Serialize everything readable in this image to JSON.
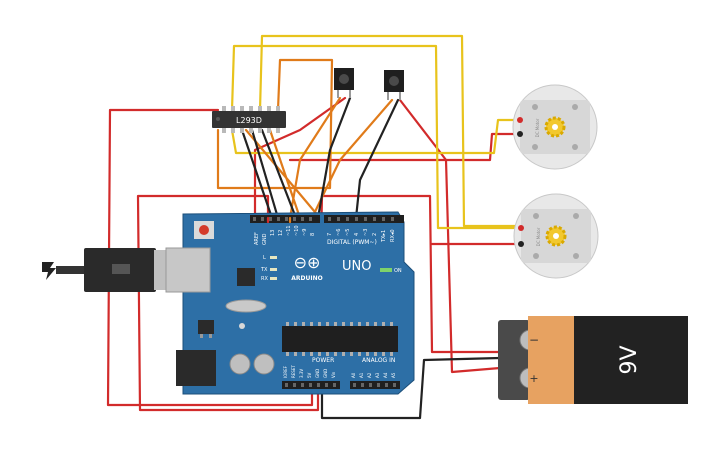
{
  "driver": {
    "label": "L293D"
  },
  "arduino": {
    "logo_symbol": "⊖⊕",
    "brand": "ARDUINO",
    "model": "UNO",
    "on_label": "ON",
    "led_l": "L",
    "led_tx": "TX",
    "led_rx": "RX",
    "digital_header": "DIGITAL (PWM~)",
    "power_header": "POWER",
    "analog_header": "ANALOG IN",
    "top_pins": [
      "AREF",
      "GND",
      "13",
      "12",
      "~11",
      "~10",
      "~9",
      "8",
      "7",
      "~6",
      "~5",
      "4",
      "~3",
      "2",
      "TX▸1",
      "RX◂0"
    ],
    "power_pins": [
      "IOREF",
      "RESET",
      "3.3V",
      "5V",
      "GND",
      "GND",
      "Vin"
    ],
    "analog_pins": [
      "A0",
      "A1",
      "A2",
      "A3",
      "A4",
      "A5"
    ]
  },
  "motors": {
    "label": "DC Motor"
  },
  "battery": {
    "voltage": "9V",
    "minus": "−",
    "plus": "+"
  },
  "colors": {
    "board": "#2d6fa6",
    "wire_red": "#d22b2b",
    "wire_yellow": "#e8c31c",
    "wire_orange": "#e07b1a",
    "wire_black": "#222222",
    "battery_body": "#e7a261"
  }
}
